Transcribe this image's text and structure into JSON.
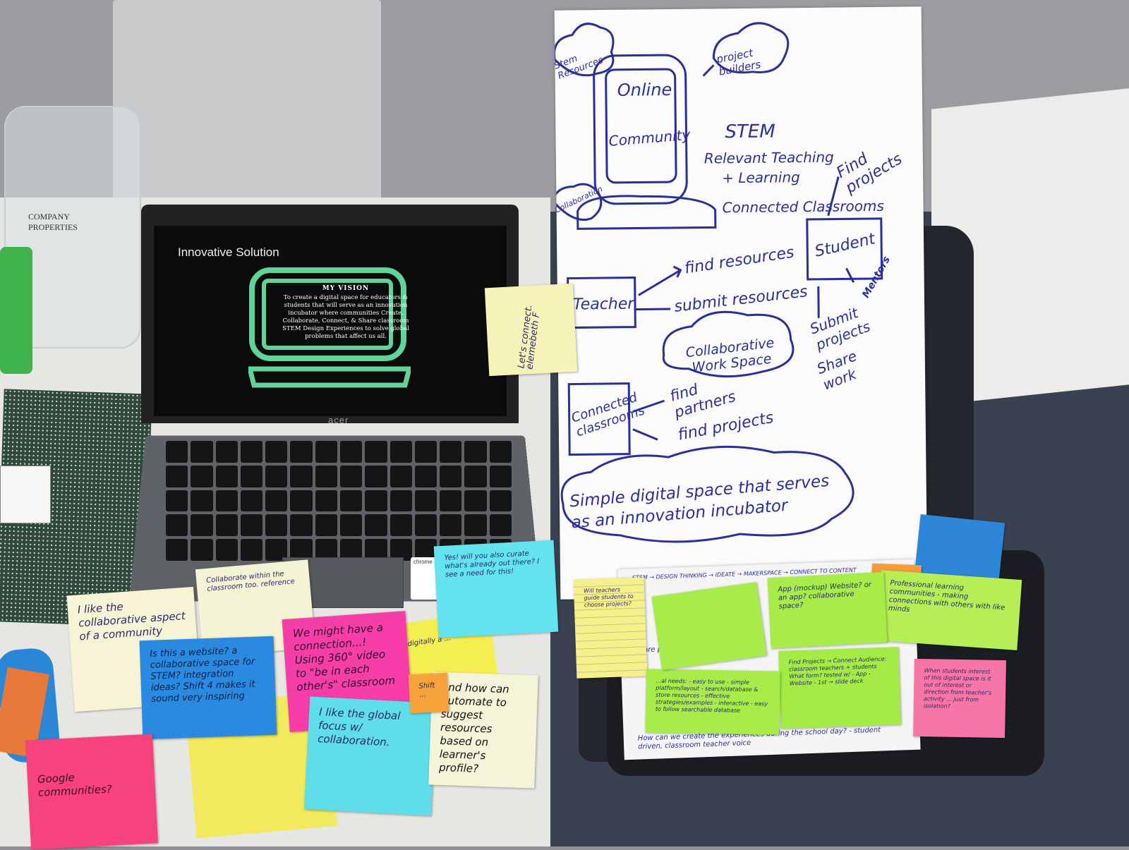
{
  "bottle": {
    "label": "COMPANY PROPERTIES"
  },
  "laptop": {
    "slide_title": "Innovative Solution",
    "vision_heading": "MY VISION",
    "vision_body": "To create a digital space for educators & students that will serve as an innovation incubator where communities Create, Collaborate, Connect, & Share classroom STEM Design Experiences to solve global problems that affect us all.",
    "brand": "acer",
    "chrome_text": "chrome",
    "colors": {
      "screen_icon": "#5fd39a"
    }
  },
  "poster": {
    "online": "Online",
    "community": "Community",
    "stem_resources": "Stem Resources",
    "project_builders": "project builders",
    "collaboration": "Collaboration",
    "stem": "STEM",
    "relevant_teaching": "Relevant Teaching",
    "and_learning": "+ Learning",
    "connected_classrooms_top": "Connected Classrooms",
    "find_projects": "Find projects",
    "student": "Student",
    "mentors": "Mentors",
    "teacher": "Teacher",
    "find_resources": "find resources",
    "submit_resources": "submit resources",
    "collaborative_work_space": "Collaborative Work Space",
    "submit_projects": "Submit projects",
    "share_work": "Share work",
    "connected_classrooms": "Connected classrooms",
    "find_partners": "find partners",
    "find_projects_lower": "find projects",
    "cloud_text": "Simple digital space that serves as an innovation incubator",
    "ink_color": "#2a2f9a"
  },
  "notes": [
    {
      "id": "lets-connect",
      "text": "Let's connect. elemebeth F",
      "color": "#f6f3b8"
    },
    {
      "id": "i-like-collab",
      "text": "I like the collaborative aspect of a community",
      "color": "#f7f4d6"
    },
    {
      "id": "collab-within",
      "text": "Collaborate within the classroom too. reference",
      "color": "#f4f4d4"
    },
    {
      "id": "is-this-website",
      "text": "Is this a website? a collaborative space for STEM? integration ideas? Shift 4 makes it sound very inspiring",
      "color": "#2a8ae0"
    },
    {
      "id": "we-might-have",
      "text": "We might have a connection...! Using 360° video to \"be in each other's\" classroom",
      "color": "#f73ea8"
    },
    {
      "id": "yes-will-you",
      "text": "Yes! will you also curate what's already out there? I see a need for this!",
      "color": "#62e3ef"
    },
    {
      "id": "global-focus",
      "text": "I like the global focus w/ collaboration.",
      "color": "#5fdde8"
    },
    {
      "id": "google-communities",
      "text": "Google communities?",
      "color": "#f7427e"
    },
    {
      "id": "automate",
      "text": "and how can automate to suggest resources based on learner's profile?",
      "color": "#f6f4d8"
    },
    {
      "id": "will-teachers",
      "text": "Will teachers guide students to choose projects?",
      "color": "#f6f08a"
    },
    {
      "id": "blue-right",
      "text": "",
      "color": "#2e86d8"
    },
    {
      "id": "orange-right",
      "text": "",
      "color": "#f79a3a"
    },
    {
      "id": "pink-right",
      "text": "When students interest of this digital space is it out of interest or direction from teacher's activity ... just from isolation?",
      "color": "#f876a6"
    },
    {
      "id": "professional",
      "text": "Professional learning communities - making connections with others with like minds",
      "color": "#b6ef55"
    },
    {
      "id": "app-mockup",
      "text": "App (mockup) Website? or an app? collaborative space?",
      "color": "#a8ec4a"
    },
    {
      "id": "find-projects-note",
      "text": "Find Projects → Connect Audience: classroom teachers + students What form? tested w/ - App - Website - 1st → slide deck",
      "color": "#a5eb46"
    },
    {
      "id": "needs",
      "text": "...al needs: - easy to use - simple platform/layout - search/database & store resources - effective strategies/examples - interactive - easy to follow searchable database",
      "color": "#a8ec4a"
    },
    {
      "id": "sketch-note",
      "text": "",
      "color": "#a8ec4a"
    },
    {
      "id": "orange-small",
      "text": "Shift ...",
      "color": "#f7a33a"
    }
  ],
  "sheet": {
    "header": "STEM → DESIGN THINKING → IDEATE → MAKERSPACE → CONNECT TO CONTENT",
    "submit_line": "Share projects → Connect w/ others",
    "footer": "How can we create the experiences during the school day? - student driven, classroom teacher voice"
  },
  "yellow_text": "...digitally a ..."
}
